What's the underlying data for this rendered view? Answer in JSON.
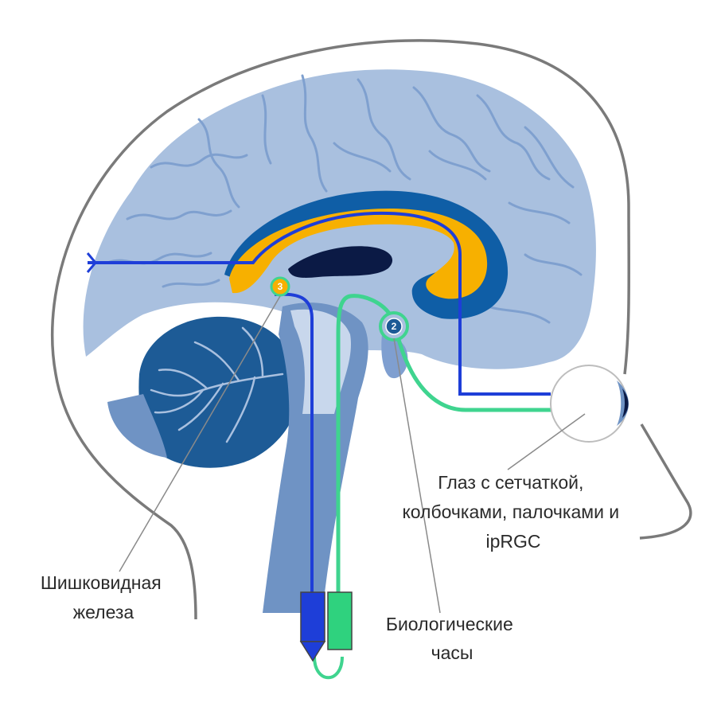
{
  "labels": {
    "eye": [
      "Глаз с сетчаткой,",
      "колбочками, палочками и",
      "ipRGC"
    ],
    "pineal": [
      "Шишковидная",
      "железа"
    ],
    "clock": [
      "Биологические",
      "часы"
    ]
  },
  "markers": {
    "pineal": "3",
    "clock": "2"
  },
  "colors": {
    "brain": "#a9c0df",
    "sulcus": "#7fa0cf",
    "cerebellum": "#1d5b96",
    "corpus_outer": "#0f5ea6",
    "corpus_inner": "#f7b000",
    "ventricle": "#0b1a45",
    "blue_path": "#1e3ed8",
    "green_path": "#3fd48f",
    "outline": "#7a7a7a"
  }
}
